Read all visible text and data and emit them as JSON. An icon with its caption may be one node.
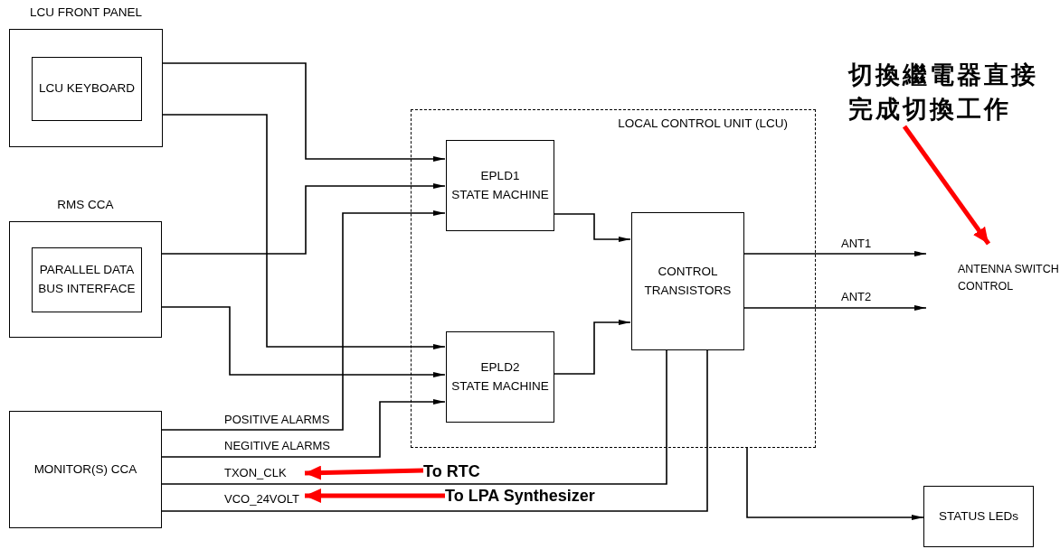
{
  "diagram": {
    "nodes": [
      {
        "text": [
          "LCU FRONT PANEL"
        ]
      },
      {
        "text": [
          "LCU KEYBOARD"
        ],
        "in": 0
      },
      {
        "text": [
          "RMS CCA"
        ]
      },
      {
        "text": [
          "PARALLEL DATA BUS INTERFACE"
        ],
        "in": 2
      },
      {
        "text": [
          "MONITOR(S) CCA"
        ]
      },
      {
        "text": [
          "LOCAL CONTROL UNIT (LCU)"
        ]
      },
      {
        "text": [
          "EPLD1",
          "STATE MACHINE"
        ],
        "in": 5
      },
      {
        "text": [
          "EPLD2",
          "STATE MACHINE"
        ],
        "in": 5
      },
      {
        "text": [
          "CONTROL TRANSISTORS"
        ],
        "in": 5
      },
      {
        "text": [
          "ANTENNA SWITCH CONTROL"
        ]
      },
      {
        "text": [
          "STATUS LEDs"
        ]
      },
      {
        "text": [
          "切換繼電器直接完成切換工作"
        ]
      },
      {
        "text": [
          "To RTC"
        ]
      },
      {
        "text": [
          "To LPA Synthesizer"
        ]
      }
    ],
    "edges": [
      {
        "from": 0,
        "to": 6,
        "arrow": "to"
      },
      {
        "from": 0,
        "to": 7,
        "arrow": "to"
      },
      {
        "from": 2,
        "to": 6,
        "arrow": "to"
      },
      {
        "from": 2,
        "to": 7,
        "arrow": "to"
      },
      {
        "from": 4,
        "to": 6,
        "arrow": "to",
        "label": "POSITIVE ALARMS"
      },
      {
        "from": 4,
        "to": 7,
        "arrow": "to",
        "label": "NEGITIVE ALARMS"
      },
      {
        "from": 6,
        "to": 8,
        "arrow": "to"
      },
      {
        "from": 7,
        "to": 8,
        "arrow": "to"
      },
      {
        "from": 8,
        "to": 9,
        "arrow": "to",
        "label": "ANT1"
      },
      {
        "from": 8,
        "to": 9,
        "arrow": "to",
        "label": "ANT2"
      },
      {
        "from": 8,
        "to": 4,
        "arrow": "none",
        "label": "TXON_CLK"
      },
      {
        "from": 8,
        "to": 4,
        "arrow": "none",
        "label": "VCO_24VOLT"
      },
      {
        "from": 5,
        "to": 10,
        "arrow": "to"
      },
      {
        "from": 11,
        "to": 9,
        "arrow": "to",
        "style": "thick",
        "color": "#ff0000"
      },
      {
        "from": 12,
        "to": null,
        "arrow": "to",
        "style": "thick",
        "color": "#ff0000"
      },
      {
        "from": 13,
        "to": null,
        "arrow": "to",
        "style": "thick",
        "color": "#ff0000"
      }
    ]
  }
}
